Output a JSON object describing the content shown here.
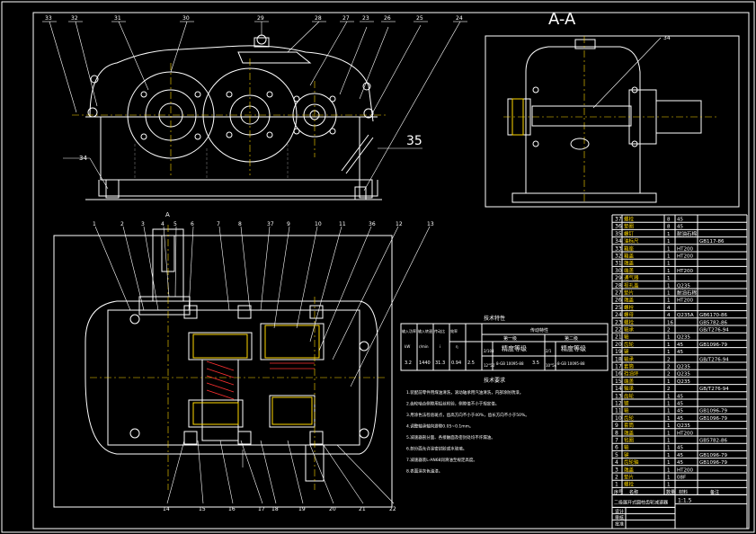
{
  "view_title": "A-A",
  "section_marker": "A",
  "dim_35": "35",
  "top_balloons": [
    "33",
    "32",
    "31",
    "30",
    "29",
    "28",
    "27",
    "23",
    "26",
    "25",
    "24"
  ],
  "label_34": "34",
  "aa_balloon": "34",
  "plan_top_balloons": [
    "1",
    "2",
    "3",
    "4",
    "5",
    "6",
    "7",
    "8",
    "37",
    "9",
    "10",
    "11",
    "36",
    "12",
    "13"
  ],
  "plan_bottom_balloons": [
    "14",
    "15",
    "16",
    "17",
    "18",
    "19",
    "20",
    "21",
    "22"
  ],
  "tech_table": {
    "title": "技术特性",
    "headers": [
      "输入功率",
      "输入转速",
      "传动比",
      "效率",
      "传动特性"
    ],
    "units": [
      "kW",
      "r/min",
      "i",
      "η"
    ],
    "stage_labels": [
      "第一级",
      "第二级"
    ],
    "row": [
      "3.2",
      "1440",
      "31.3",
      "0.94"
    ],
    "stage1": {
      "mn": "2.5",
      "z": "2/104",
      "beta": "12°50′",
      "grade": "精度等级",
      "std": "8-GB 10095-88"
    },
    "stage2": {
      "mn": "3.5",
      "z": "2/1",
      "beta": "10°54′",
      "grade": "精度等级",
      "std": "8-GB 10095-88"
    }
  },
  "req_title": "技术要求",
  "requirements": [
    "1.装配前零件用煤油清洗，滚动轴承用汽油清洗，内部涂防锈漆。",
    "2.齿轮啮合侧隙用铅丝检验，侧隙值不小于规定值。",
    "3.用涂色法检验斑点，齿高方向不小于40%，齿长方向不小于50%。",
    "4.调整轴承轴向游隙0.05~0.1mm。",
    "5.减速器剖分面、各接触面及密封处均不许漏油。",
    "6.剖分面允许涂密封胶或水玻璃。",
    "7.减速器装L-AN68润滑油至规定高度。",
    "8.表面涂灰色油漆。"
  ],
  "bom": [
    {
      "no": "37",
      "name": "螺栓",
      "qty": "8",
      "mat": "45",
      "std": ""
    },
    {
      "no": "36",
      "name": "垫圈",
      "qty": "8",
      "mat": "45",
      "std": ""
    },
    {
      "no": "35",
      "name": "螺钉",
      "qty": "1",
      "mat": "耐油石棉",
      "std": ""
    },
    {
      "no": "34",
      "name": "油标尺",
      "qty": "1",
      "mat": "",
      "std": "GB117-86"
    },
    {
      "no": "33",
      "name": "箱座",
      "qty": "1",
      "mat": "HT200",
      "std": ""
    },
    {
      "no": "32",
      "name": "箱盖",
      "qty": "1",
      "mat": "HT200",
      "std": ""
    },
    {
      "no": "31",
      "name": "端盖",
      "qty": "1",
      "mat": "",
      "std": ""
    },
    {
      "no": "30",
      "name": "端盖",
      "qty": "1",
      "mat": "HT200",
      "std": ""
    },
    {
      "no": "29",
      "name": "通气器",
      "qty": "1",
      "mat": "",
      "std": ""
    },
    {
      "no": "28",
      "name": "视孔盖",
      "qty": "1",
      "mat": "Q235",
      "std": ""
    },
    {
      "no": "27",
      "name": "垫片",
      "qty": "1",
      "mat": "耐油石棉",
      "std": ""
    },
    {
      "no": "26",
      "name": "端盖",
      "qty": "1",
      "mat": "HT200",
      "std": ""
    },
    {
      "no": "25",
      "name": "螺栓",
      "qty": "4",
      "mat": "",
      "std": ""
    },
    {
      "no": "24",
      "name": "螺母",
      "qty": "4",
      "mat": "Q235A",
      "std": "GB6170-86"
    },
    {
      "no": "23",
      "name": "螺栓",
      "qty": "16",
      "mat": "",
      "std": "GB5782-86"
    },
    {
      "no": "22",
      "name": "轴承",
      "qty": "2",
      "mat": "",
      "std": "GB/T276-94"
    },
    {
      "no": "21",
      "name": "轴",
      "qty": "1",
      "mat": "Q235",
      "std": ""
    },
    {
      "no": "20",
      "name": "齿轮",
      "qty": "1",
      "mat": "45",
      "std": "GB1096-79"
    },
    {
      "no": "19",
      "name": "键",
      "qty": "1",
      "mat": "45",
      "std": ""
    },
    {
      "no": "18",
      "name": "轴承",
      "qty": "2",
      "mat": "",
      "std": "GB/T276-94"
    },
    {
      "no": "17",
      "name": "套筒",
      "qty": "2",
      "mat": "Q235",
      "std": ""
    },
    {
      "no": "16",
      "name": "挡油环",
      "qty": "2",
      "mat": "Q235",
      "std": ""
    },
    {
      "no": "15",
      "name": "端盖",
      "qty": "1",
      "mat": "Q235",
      "std": ""
    },
    {
      "no": "14",
      "name": "轴承",
      "qty": "2",
      "mat": "",
      "std": "GB/T276-94"
    },
    {
      "no": "13",
      "name": "齿轮",
      "qty": "1",
      "mat": "45",
      "std": ""
    },
    {
      "no": "12",
      "name": "键",
      "qty": "1",
      "mat": "45",
      "std": ""
    },
    {
      "no": "11",
      "name": "轴",
      "qty": "1",
      "mat": "45",
      "std": "GB1096-79"
    },
    {
      "no": "10",
      "name": "齿轮",
      "qty": "1",
      "mat": "45",
      "std": "GB1096-79"
    },
    {
      "no": "9",
      "name": "套筒",
      "qty": "1",
      "mat": "Q235",
      "std": ""
    },
    {
      "no": "8",
      "name": "端盖",
      "qty": "1",
      "mat": "HT200",
      "std": ""
    },
    {
      "no": "7",
      "name": "毡圈",
      "qty": "1",
      "mat": "",
      "std": "GB5782-86"
    },
    {
      "no": "6",
      "name": "轴",
      "qty": "1",
      "mat": "45",
      "std": ""
    },
    {
      "no": "5",
      "name": "键",
      "qty": "1",
      "mat": "45",
      "std": "GB1096-79"
    },
    {
      "no": "4",
      "name": "齿轮轴",
      "qty": "1",
      "mat": "45",
      "std": "GB1096-79"
    },
    {
      "no": "3",
      "name": "端盖",
      "qty": "1",
      "mat": "HT200",
      "std": ""
    },
    {
      "no": "2",
      "name": "垫片",
      "qty": "1",
      "mat": "08F",
      "std": ""
    },
    {
      "no": "1",
      "name": "螺栓",
      "qty": "1",
      "mat": "",
      "std": ""
    }
  ],
  "bom_header": [
    "序号",
    "名称",
    "数量",
    "材料",
    "备注"
  ],
  "title_block": {
    "drawing_name": "二级展开式圆柱齿轮减速器",
    "scale": "1:1.5",
    "roles": [
      "设计",
      "审核",
      "批准"
    ]
  }
}
